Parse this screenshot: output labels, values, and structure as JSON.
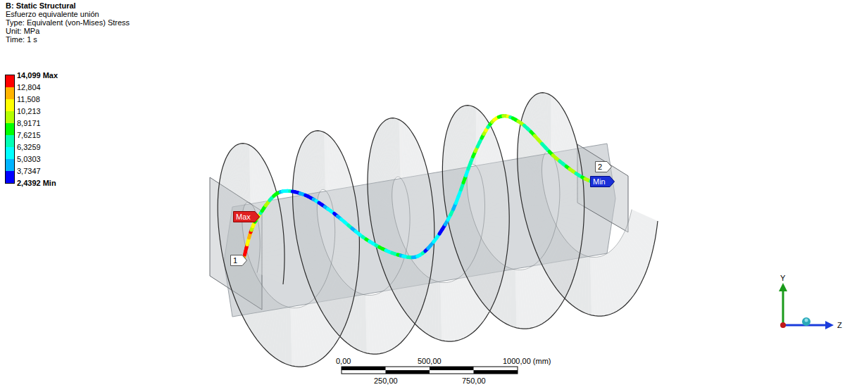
{
  "diagram": {
    "title": "B: Static Structural",
    "nodes": [
      {
        "text": [
          "Max"
        ]
      },
      {
        "text": [
          "1"
        ]
      },
      {
        "text": [
          "2"
        ]
      },
      {
        "text": [
          "Min"
        ]
      }
    ],
    "labels": [
      "Esfuerzo equivalente unión",
      "Type: Equivalent (von-Mises) Stress",
      "Unit: MPa",
      "Time: 1 s",
      "2,4392 Min",
      "0,00",
      "500,00",
      "1000,00 (mm)",
      "250,00",
      "750,00",
      "Y",
      "Z"
    ],
    "legend": [
      {
        "text": "14,099 Max",
        "color": "#ff0000"
      },
      {
        "text": "12,804",
        "color": "#ffb400"
      },
      {
        "text": "11,508",
        "color": "#ffff00"
      },
      {
        "text": "10,213",
        "color": "#b4ff00"
      },
      {
        "text": "8,9171",
        "color": "#00ff00"
      },
      {
        "text": "7,6215",
        "color": "#00ffb4"
      },
      {
        "text": "6,3259",
        "color": "#00ffff"
      },
      {
        "text": "5,0303",
        "color": "#00b4ff"
      },
      {
        "text": "3,7347",
        "color": "#0000ff"
      }
    ]
  }
}
